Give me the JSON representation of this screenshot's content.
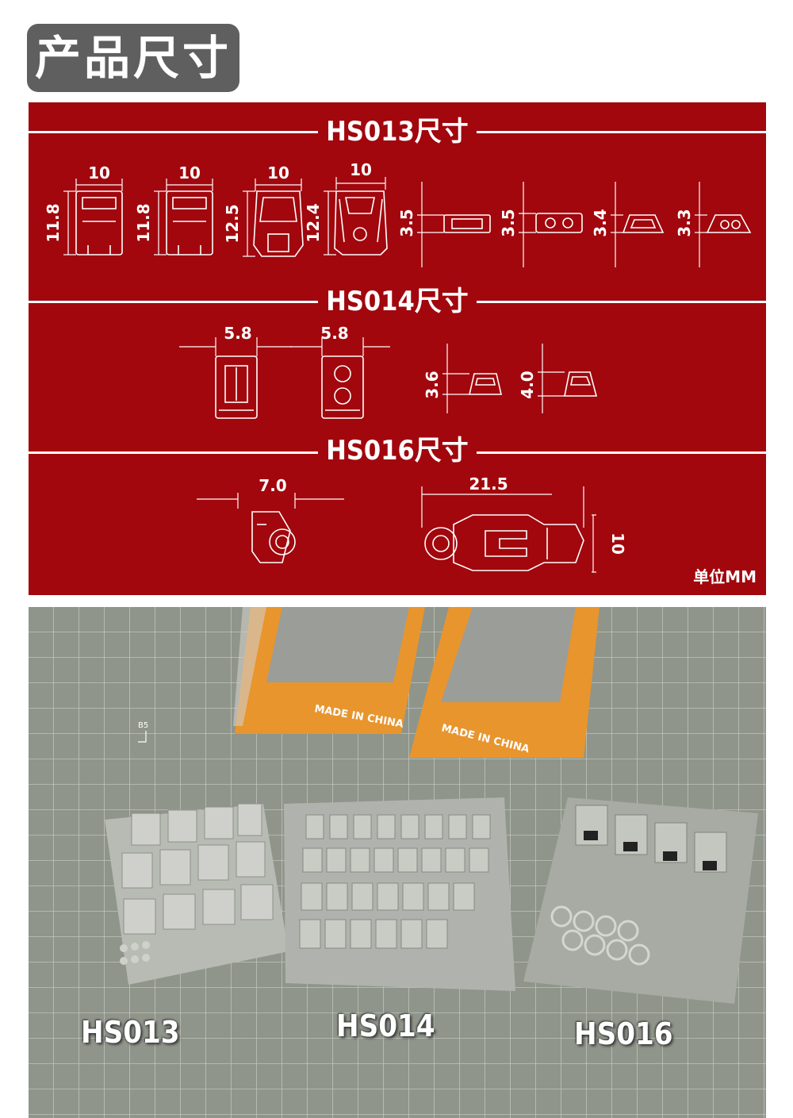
{
  "header": {
    "title": "产品尺寸"
  },
  "sections": [
    {
      "title": "HS013尺寸"
    },
    {
      "title": "HS014尺寸"
    },
    {
      "title": "HS016尺寸"
    }
  ],
  "hs013_dims": {
    "widths": [
      "10",
      "10",
      "10",
      "10"
    ],
    "heights": [
      "11.8",
      "11.8",
      "12.5",
      "12.4"
    ],
    "small_heights": [
      "3.5",
      "3.5",
      "3.4",
      "3.3"
    ]
  },
  "hs014_dims": {
    "widths": [
      "5.8",
      "5.8"
    ],
    "heights": [
      "3.6",
      "4.0"
    ]
  },
  "hs016_dims": {
    "widths": [
      "7.0",
      "21.5"
    ],
    "heights": [
      "10"
    ]
  },
  "unit_label": "单位MM",
  "photo": {
    "bag_text": "MADE IN CHINA",
    "mat_mark": "B5",
    "labels": [
      "HS013",
      "HS014",
      "HS016"
    ]
  }
}
